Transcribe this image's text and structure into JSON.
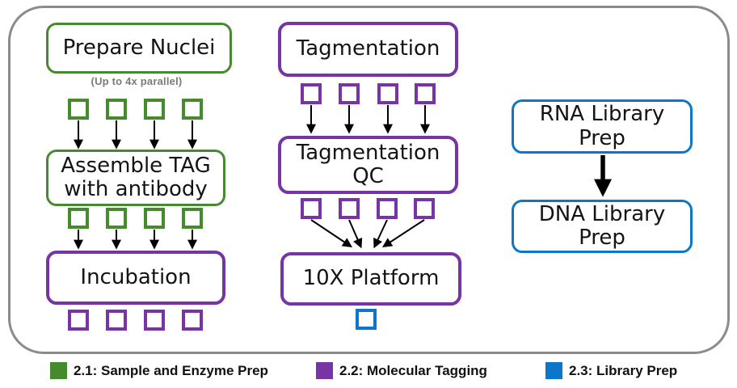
{
  "colors": {
    "green": "#458a2d",
    "purple": "#7634a5",
    "blue": "#0e76c9",
    "frame_gray": "#8b8b8b",
    "arrow_black": "#000000",
    "note_gray": "#7a7a7a"
  },
  "nodes": {
    "prepare_nuclei": "Prepare Nuclei",
    "parallel_note": "(Up to 4x parallel)",
    "assemble_tag": "Assemble TAG with antibody",
    "incubation": "Incubation",
    "tagmentation": "Tagmentation",
    "tagmentation_qc": "Tagmentation QC",
    "platform_10x": "10X Platform",
    "rna_library_prep": "RNA Library Prep",
    "dna_library_prep": "DNA Library Prep"
  },
  "legend": {
    "items": [
      {
        "label": "2.1: Sample and Enzyme Prep",
        "color": "#458a2d"
      },
      {
        "label": "2.2: Molecular Tagging",
        "color": "#7634a5"
      },
      {
        "label": "2.3: Library Prep",
        "color": "#0e76c9"
      }
    ]
  }
}
